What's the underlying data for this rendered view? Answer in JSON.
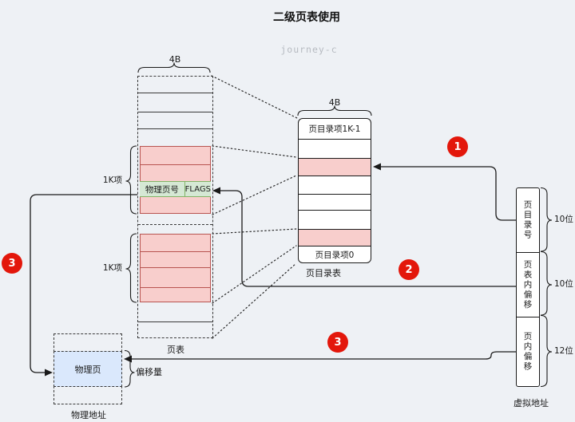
{
  "title": "二级页表使用",
  "watermark": "journey-c",
  "page_table": {
    "label": "页表",
    "cell_size": "4B",
    "block1_count": "1K项",
    "block2_count": "1K项",
    "entry": {
      "ppn": "物理页号",
      "flags": "FLAGS"
    }
  },
  "page_directory": {
    "label": "页目录表",
    "cell_size": "4B",
    "top_entry": "页目录项1K-1",
    "bottom_entry": "页目录项0"
  },
  "virtual_address": {
    "label": "虚拟地址",
    "segments": [
      {
        "name": "页目录号",
        "bits": "10位"
      },
      {
        "name": "页表内偏移",
        "bits": "10位"
      },
      {
        "name": "页内偏移",
        "bits": "12位"
      }
    ]
  },
  "physical_address": {
    "label": "物理地址",
    "page": "物理页",
    "offset": "偏移量"
  },
  "steps": {
    "step1": "1",
    "step2": "2",
    "step3": "3"
  },
  "colors": {
    "highlight_pink": "#f8cecc",
    "highlight_green": "#d5e8d4",
    "highlight_blue": "#dae8fc",
    "step_red": "#e3170b",
    "background": "#eef1f5"
  }
}
